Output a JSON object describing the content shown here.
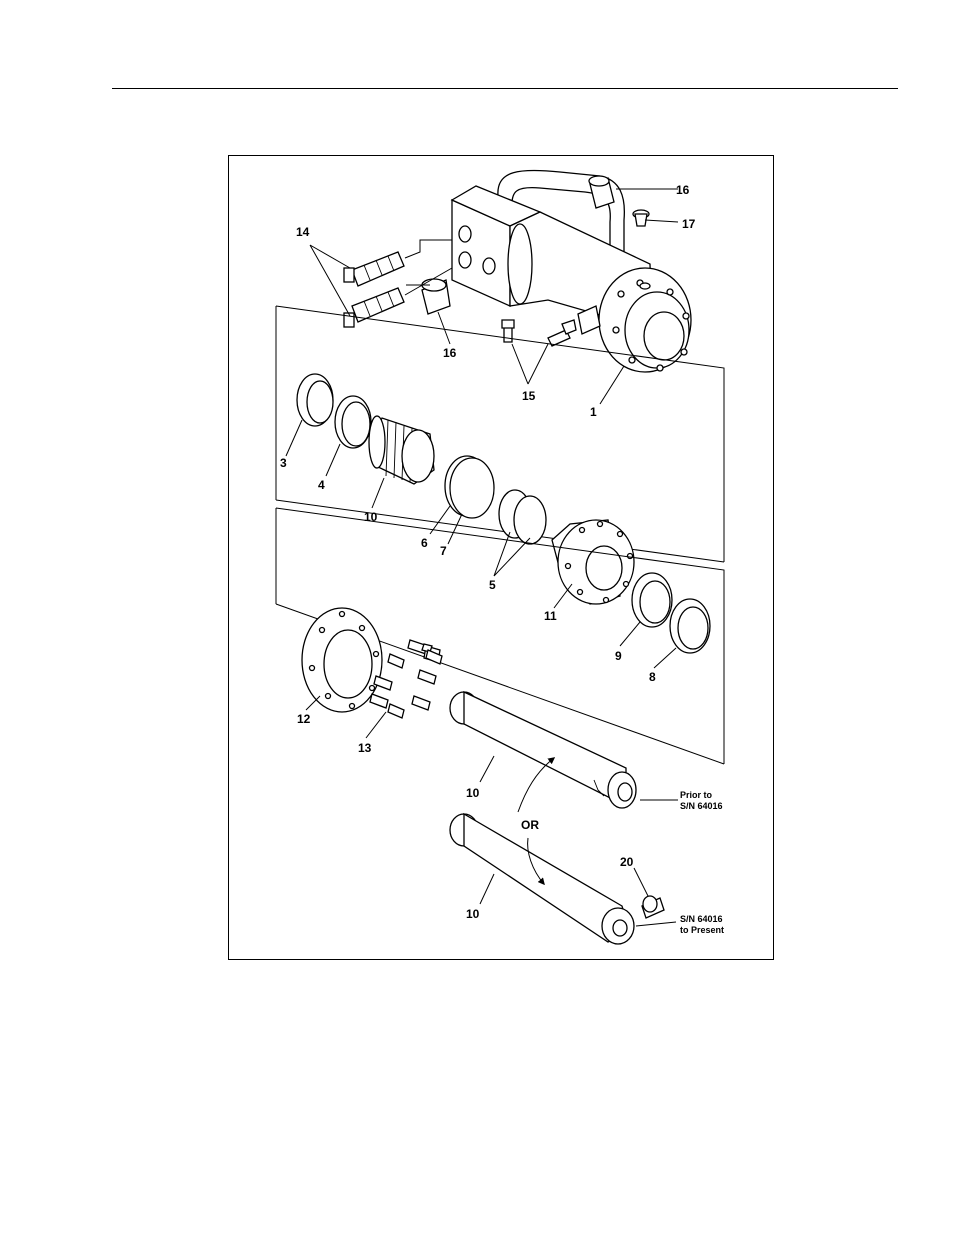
{
  "callouts": {
    "c1": "1",
    "c3": "3",
    "c4": "4",
    "c5": "5",
    "c6": "6",
    "c7": "7",
    "c8": "8",
    "c9": "9",
    "c10_seal": "10",
    "c10_rod_a": "10",
    "c10_rod_b": "10",
    "c11": "11",
    "c12": "12",
    "c13": "13",
    "c14": "14",
    "c15": "15",
    "c16_top": "16",
    "c16_mid": "16",
    "c17": "17",
    "c20": "20"
  },
  "notes": {
    "prior_line1": "Prior to",
    "prior_line2": "S/N 64016",
    "present_line1": "S/N 64016",
    "present_line2": "to Present",
    "or_label": "OR"
  }
}
